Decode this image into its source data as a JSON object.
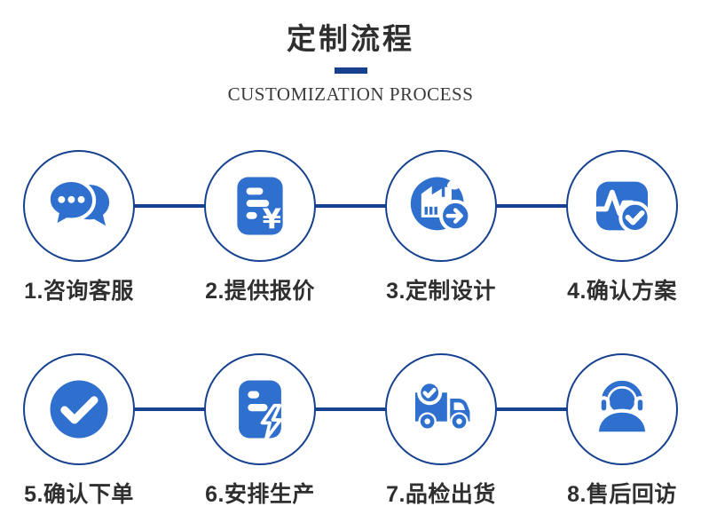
{
  "colors": {
    "navy": "#15418f",
    "icon_blue": "#2f6fce",
    "text_dark": "#2f2f2f",
    "background": "#ffffff"
  },
  "header": {
    "title": "定制流程",
    "subtitle": "CUSTOMIZATION PROCESS"
  },
  "steps": [
    {
      "label": "1.咨询客服",
      "icon": "chat-bubbles-icon"
    },
    {
      "label": "2.提供报价",
      "icon": "quote-document-icon"
    },
    {
      "label": "3.定制设计",
      "icon": "factory-design-icon"
    },
    {
      "label": "4.确认方案",
      "icon": "plan-check-icon"
    },
    {
      "label": "5.确认下单",
      "icon": "order-check-icon"
    },
    {
      "label": "6.安排生产",
      "icon": "production-document-icon"
    },
    {
      "label": "7.品检出货",
      "icon": "delivery-truck-icon"
    },
    {
      "label": "8.售后回访",
      "icon": "headset-agent-icon"
    }
  ]
}
